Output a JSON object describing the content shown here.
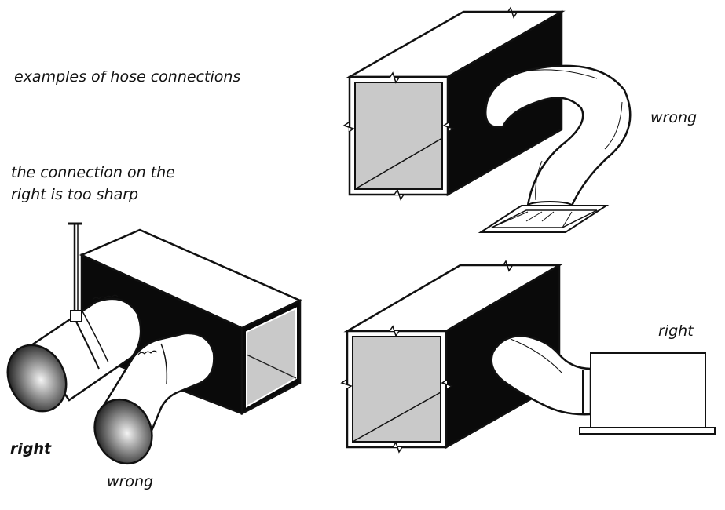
{
  "labels": {
    "title": "examples of hose connections",
    "note_line1": "the connection on the",
    "note_line2": "right is too sharp",
    "left_right": "right",
    "left_wrong": "wrong",
    "top_wrong": "wrong",
    "bottom_right": "right"
  },
  "colors": {
    "duct_black": "#0a0a0a",
    "duct_face": "#c9c9c9",
    "hose_fill": "#ffffff",
    "line": "#111111"
  }
}
